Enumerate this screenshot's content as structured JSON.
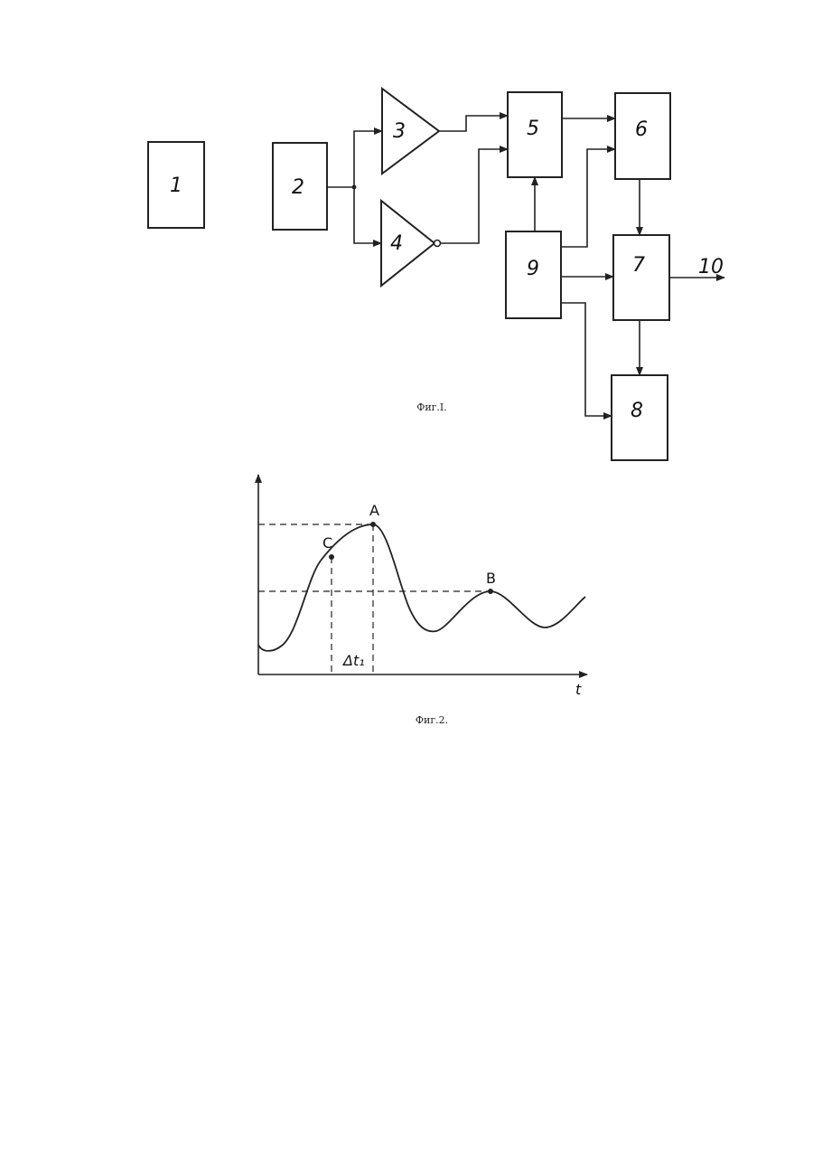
{
  "fig1": {
    "caption": "Фиг.I.",
    "blocks": [
      {
        "id": "b1",
        "label": "1"
      },
      {
        "id": "b2",
        "label": "2"
      },
      {
        "id": "b3",
        "label": "3"
      },
      {
        "id": "b4",
        "label": "4"
      },
      {
        "id": "b5",
        "label": "5"
      },
      {
        "id": "b6",
        "label": "6"
      },
      {
        "id": "b7",
        "label": "7"
      },
      {
        "id": "b8",
        "label": "8"
      },
      {
        "id": "b9",
        "label": "9"
      }
    ],
    "output_label": "10"
  },
  "fig2": {
    "caption": "Фиг.2.",
    "x_axis_label": "t",
    "points": [
      {
        "name": "A",
        "label": "A"
      },
      {
        "name": "B",
        "label": "B"
      },
      {
        "name": "C",
        "label": "C"
      }
    ],
    "interval_label": "Δt₁"
  }
}
